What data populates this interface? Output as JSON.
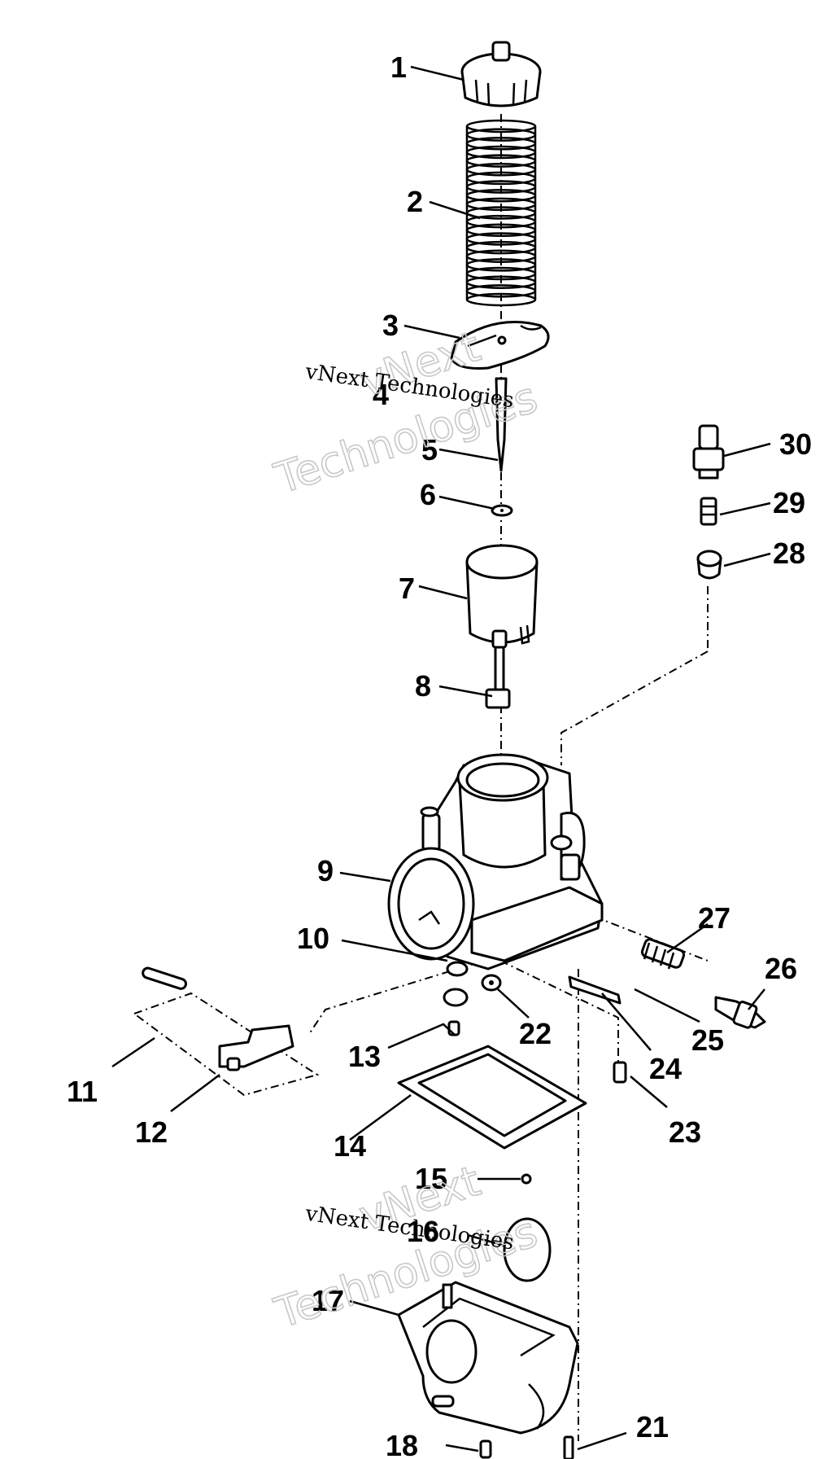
{
  "callouts": [
    {
      "id": "1",
      "text": "1"
    },
    {
      "id": "2",
      "text": "2"
    },
    {
      "id": "3",
      "text": "3"
    },
    {
      "id": "4",
      "text": "4"
    },
    {
      "id": "5",
      "text": "5"
    },
    {
      "id": "6",
      "text": "6"
    },
    {
      "id": "7",
      "text": "7"
    },
    {
      "id": "8",
      "text": "8"
    },
    {
      "id": "9",
      "text": "9"
    },
    {
      "id": "10",
      "text": "10"
    },
    {
      "id": "11",
      "text": "11"
    },
    {
      "id": "12",
      "text": "12"
    },
    {
      "id": "13",
      "text": "13"
    },
    {
      "id": "14",
      "text": "14"
    },
    {
      "id": "15",
      "text": "15"
    },
    {
      "id": "16",
      "text": "16"
    },
    {
      "id": "17",
      "text": "17"
    },
    {
      "id": "18",
      "text": "18"
    },
    {
      "id": "21",
      "text": "21"
    },
    {
      "id": "22",
      "text": "22"
    },
    {
      "id": "23",
      "text": "23"
    },
    {
      "id": "24",
      "text": "24"
    },
    {
      "id": "25",
      "text": "25"
    },
    {
      "id": "26",
      "text": "26"
    },
    {
      "id": "27",
      "text": "27"
    },
    {
      "id": "28",
      "text": "28"
    },
    {
      "id": "29",
      "text": "29"
    },
    {
      "id": "30",
      "text": "30"
    }
  ],
  "watermark": {
    "line1": "vNext",
    "line2": "Technologies",
    "small": "vNext Technologies"
  }
}
